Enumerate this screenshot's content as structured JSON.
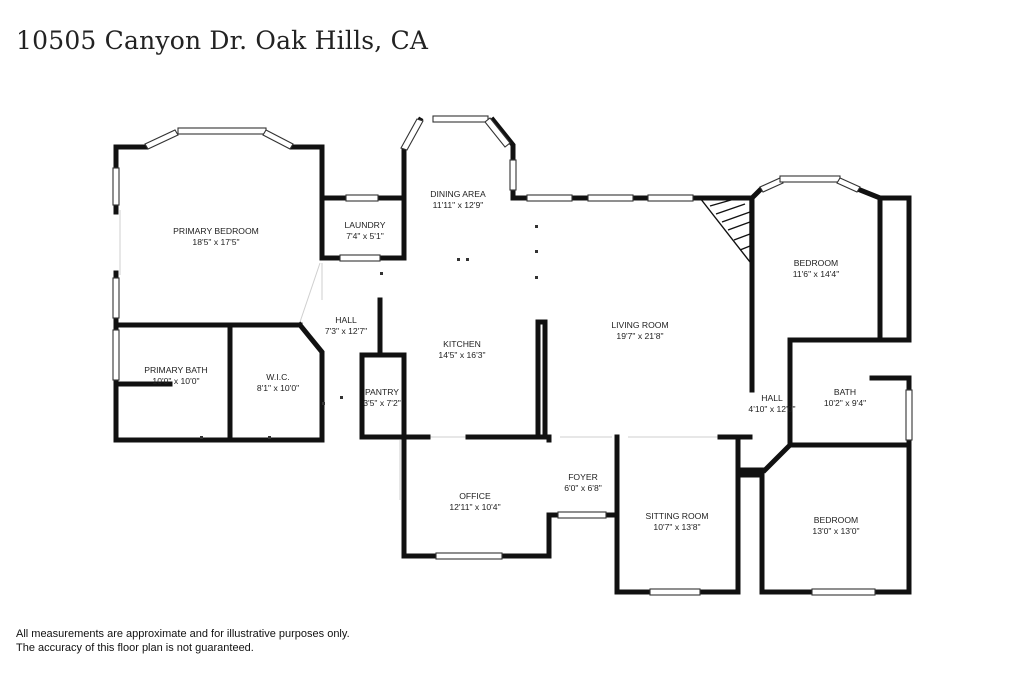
{
  "title": "10505 Canyon Dr. Oak Hills, CA",
  "disclaimer": {
    "line1": "All measurements are approximate and for illustrative purposes only.",
    "line2": "The accuracy of this floor plan is not guaranteed."
  },
  "rooms": [
    {
      "id": "primary-bedroom",
      "name": "PRIMARY BEDROOM",
      "dims": "18'5\" x 17'5\""
    },
    {
      "id": "laundry",
      "name": "LAUNDRY",
      "dims": "7'4\" x 5'1\""
    },
    {
      "id": "dining-area",
      "name": "DINING AREA",
      "dims": "11'11\" x 12'9\""
    },
    {
      "id": "bedroom-1",
      "name": "BEDROOM",
      "dims": "11'6\" x 14'4\""
    },
    {
      "id": "hall-1",
      "name": "HALL",
      "dims": "7'3\" x 12'7\""
    },
    {
      "id": "kitchen",
      "name": "KITCHEN",
      "dims": "14'5\" x 16'3\""
    },
    {
      "id": "living-room",
      "name": "LIVING ROOM",
      "dims": "19'7\" x 21'8\""
    },
    {
      "id": "primary-bath",
      "name": "PRIMARY BATH",
      "dims": "10'0\" x 10'0\""
    },
    {
      "id": "wic",
      "name": "W.I.C.",
      "dims": "8'1\" x 10'0\""
    },
    {
      "id": "pantry",
      "name": "PANTRY",
      "dims": "3'5\" x 7'2\""
    },
    {
      "id": "hall-2",
      "name": "HALL",
      "dims": "4'10\" x 12'0\""
    },
    {
      "id": "bath",
      "name": "BATH",
      "dims": "10'2\" x 9'4\""
    },
    {
      "id": "foyer",
      "name": "FOYER",
      "dims": "6'0\" x 6'8\""
    },
    {
      "id": "office",
      "name": "OFFICE",
      "dims": "12'11\" x 10'4\""
    },
    {
      "id": "sitting-room",
      "name": "SITTING ROOM",
      "dims": "10'7\" x 13'8\""
    },
    {
      "id": "bedroom-2",
      "name": "BEDROOM",
      "dims": "13'0\" x 13'0\""
    }
  ]
}
